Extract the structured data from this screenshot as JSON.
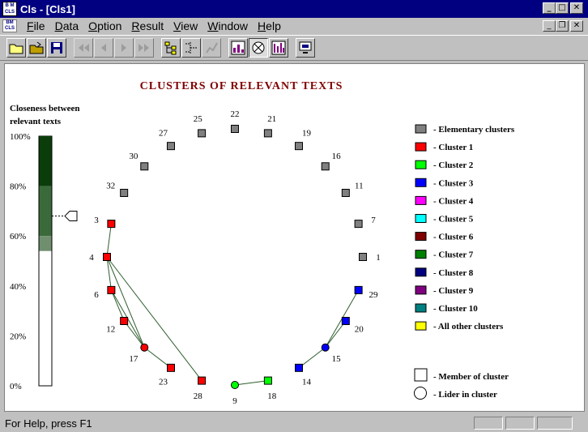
{
  "window": {
    "title": "Cls - [Cls1]",
    "app_icon_text": "B M CLS"
  },
  "menu": {
    "items": [
      "File",
      "Data",
      "Option",
      "Result",
      "View",
      "Window",
      "Help"
    ]
  },
  "toolbar": {
    "buttons": [
      "open-folder",
      "open-file",
      "save",
      "first",
      "prev",
      "next",
      "last",
      "tree",
      "branch",
      "chart-disabled",
      "bar-chart",
      "circle-view",
      "histogram",
      "settings"
    ]
  },
  "chart": {
    "title": "CLUSTERS OF RELEVANT TEXTS",
    "scale_label": [
      "Closeness between",
      "relevant texts"
    ],
    "scale_ticks": [
      "100%",
      "80%",
      "60%",
      "40%",
      "20%",
      "0%"
    ],
    "marker_value": 0.68,
    "scale_bands": [
      {
        "from": 1.0,
        "to": 0.8,
        "color": "#0a3d0a"
      },
      {
        "from": 0.8,
        "to": 0.6,
        "color": "#3a6a3a"
      },
      {
        "from": 0.6,
        "to": 0.54,
        "color": "#6f8f6f"
      }
    ],
    "colors": {
      "elementary": "#808080",
      "c1": "#ff0000",
      "c2": "#00ff00",
      "c3": "#0000ff",
      "c4": "#ff00ff",
      "c5": "#00ffff",
      "c6": "#800000",
      "c7": "#008000",
      "c8": "#000080",
      "c9": "#800080",
      "c10": "#008080",
      "other": "#ffff00",
      "link": "#2e5e2e"
    },
    "nodes": [
      {
        "id": "22",
        "c": "elementary"
      },
      {
        "id": "21",
        "c": "elementary"
      },
      {
        "id": "19",
        "c": "elementary"
      },
      {
        "id": "16",
        "c": "elementary"
      },
      {
        "id": "11",
        "c": "elementary"
      },
      {
        "id": "7",
        "c": "elementary"
      },
      {
        "id": "1",
        "c": "elementary"
      },
      {
        "id": "29",
        "c": "c3"
      },
      {
        "id": "20",
        "c": "c3"
      },
      {
        "id": "15",
        "c": "c3",
        "leader": true
      },
      {
        "id": "14",
        "c": "c3"
      },
      {
        "id": "18",
        "c": "c2"
      },
      {
        "id": "9",
        "c": "c2",
        "leader": true
      },
      {
        "id": "28",
        "c": "c1"
      },
      {
        "id": "23",
        "c": "c1"
      },
      {
        "id": "17",
        "c": "c1",
        "leader": true
      },
      {
        "id": "12",
        "c": "c1"
      },
      {
        "id": "6",
        "c": "c1"
      },
      {
        "id": "4",
        "c": "c1"
      },
      {
        "id": "3",
        "c": "c1"
      },
      {
        "id": "32",
        "c": "elementary"
      },
      {
        "id": "30",
        "c": "elementary"
      },
      {
        "id": "27",
        "c": "elementary"
      },
      {
        "id": "25",
        "c": "elementary"
      }
    ],
    "links": [
      [
        "3",
        "4"
      ],
      [
        "4",
        "6"
      ],
      [
        "4",
        "17"
      ],
      [
        "4",
        "28"
      ],
      [
        "6",
        "12"
      ],
      [
        "6",
        "17"
      ],
      [
        "12",
        "17"
      ],
      [
        "17",
        "23"
      ],
      [
        "9",
        "18"
      ],
      [
        "14",
        "15"
      ],
      [
        "15",
        "20"
      ],
      [
        "15",
        "29"
      ]
    ],
    "legend": [
      {
        "label": "- Elementary clusters",
        "color": "#808080"
      },
      {
        "label": "- Cluster 1",
        "color": "#ff0000"
      },
      {
        "label": "- Cluster 2",
        "color": "#00ff00"
      },
      {
        "label": "- Cluster 3",
        "color": "#0000ff"
      },
      {
        "label": "- Cluster 4",
        "color": "#ff00ff"
      },
      {
        "label": "- Cluster 5",
        "color": "#00ffff"
      },
      {
        "label": "- Cluster 6",
        "color": "#800000"
      },
      {
        "label": "- Cluster 7",
        "color": "#008000"
      },
      {
        "label": "- Cluster 8",
        "color": "#000080"
      },
      {
        "label": "- Cluster 9",
        "color": "#800080"
      },
      {
        "label": "- Cluster 10",
        "color": "#008080"
      },
      {
        "label": "- All other clusters",
        "color": "#ffff00"
      }
    ],
    "legend_member": "- Member of cluster",
    "legend_leader": "- Lider in cluster"
  },
  "status": {
    "text": "For Help, press F1"
  }
}
